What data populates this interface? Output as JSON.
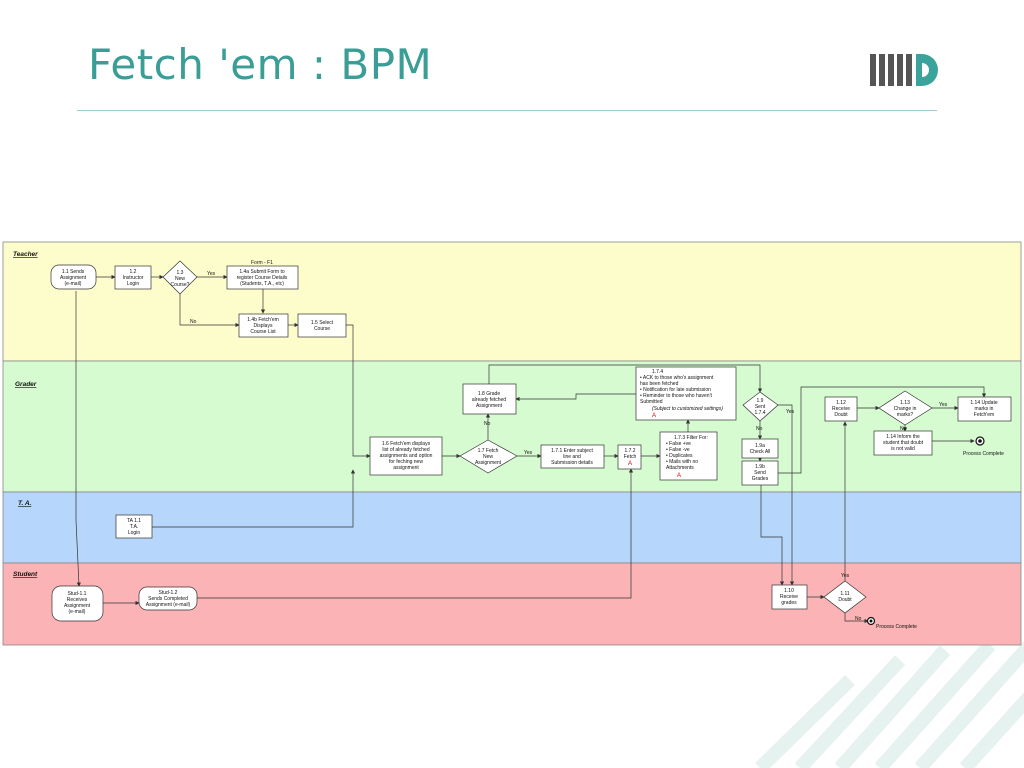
{
  "slide": {
    "title": "Fetch 'em : BPM",
    "logo": "iiitd-logo"
  },
  "lanes": [
    "Teacher",
    "Grader",
    "T. A.",
    "Student"
  ],
  "colors": {
    "title": "#3a9d96",
    "teacher_lane": "#fdfdcc",
    "grader_lane": "#d6fbd0",
    "ta_lane": "#b6d7fb",
    "student_lane": "#fbb3b5"
  },
  "nodes": {
    "n1_1": [
      "1.1 Sends",
      "Assignment",
      "(e-mail)"
    ],
    "n1_2": [
      "1.2",
      "Instructor",
      "Login"
    ],
    "n1_3": [
      "1.3",
      "New",
      "Course?"
    ],
    "n1_4a": [
      "1.4a Submit Form to",
      "register Course Details",
      "(Students, T.A., etc)"
    ],
    "form_label": "Form - F1",
    "n1_4b": [
      "1.4b Fetch'em",
      "Displays",
      "Course List"
    ],
    "n1_5": [
      "1.5 Select",
      "Course"
    ],
    "n1_6": [
      "1.6 Fetch'em displays",
      "list of already fetched",
      "assignments and option",
      "for feching new",
      "assignment"
    ],
    "n1_7": [
      "1.7 Fetch",
      "New",
      "Assignment"
    ],
    "n1_8": [
      "1.8 Grade",
      "already fetched",
      "Assignment"
    ],
    "n1_7_1": [
      "1.7.1 Enter subject",
      "line and",
      "Submission details"
    ],
    "n1_7_2": [
      "1.7.2",
      "Fetch"
    ],
    "n1_7_3": [
      "1.7.3 Filter For:",
      "•  False +ve",
      "•  False -ve",
      "•  Duplicates",
      "•  Mails with no",
      "    Attachments"
    ],
    "n1_7_4": [
      "1.7.4",
      "•  ACK to those who's assignment",
      "    has been fetched",
      "•  Notification for late submission",
      "•  Reminder to those who haven't",
      "    Submitted"
    ],
    "n1_7_4_note": "(Subject to customized settings)",
    "n1_9": [
      "1.9",
      "Sent",
      "1.7.4"
    ],
    "n1_9a": [
      "1.9a",
      "Check All"
    ],
    "n1_9b": [
      "1.9b",
      "Send",
      "Grades"
    ],
    "n1_10": [
      "1.10",
      "Receive",
      "grades"
    ],
    "n1_11": [
      "1.11",
      "Doubt"
    ],
    "n1_12": [
      "1.12",
      "Receive",
      "Doubt"
    ],
    "n1_13": [
      "1.13",
      "Change in",
      "marks?"
    ],
    "n1_14": [
      "1.14 Update",
      "marks in",
      "Fetch'em"
    ],
    "n1_14i": [
      "1.14 Inform the",
      "student that doubt",
      "is not valid"
    ],
    "ta1_1": [
      "TA 1.1",
      "T.A.",
      "Login"
    ],
    "stud1_1": [
      "Stud-1.1",
      "Receives",
      "Assignment",
      "(e-mail)"
    ],
    "stud1_2": [
      "Stud-1.2",
      "Sends Completed",
      "Assignment (e-mail)"
    ],
    "process_complete": "Process Complete",
    "yes": "Yes",
    "no": "No",
    "marker": "A"
  }
}
